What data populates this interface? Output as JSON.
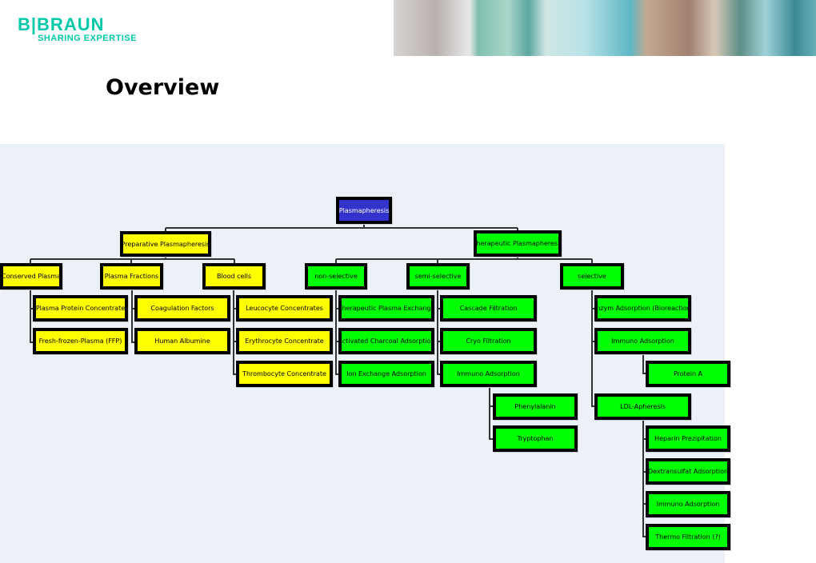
{
  "header": {
    "brand": "B|BRAUN",
    "tagline": "SHARING EXPERTISE",
    "title": "Overview"
  },
  "colors": {
    "root": "#3333CC",
    "preparative": "#FFFF00",
    "therapeutic": "#00FF00",
    "panel": "#ECF0F7",
    "logo": "#00C8A8"
  },
  "tree": {
    "root": "Plasmapheresis",
    "preparative": {
      "label": "Preparative Plasmapheresis",
      "conserved": {
        "label": "Conserved Plasma",
        "children": [
          "Plasma Protein Concentrate",
          "Fresh-frozen-Plasma (FFP)"
        ]
      },
      "fractions": {
        "label": "Plasma Fractions",
        "children": [
          "Coagulation Factors",
          "Human Albumine"
        ]
      },
      "blood": {
        "label": "Blood cells",
        "children": [
          "Leucocyte Concentrates",
          "Erythrocyte Concentrate",
          "Thrombocyte Concentrate"
        ]
      }
    },
    "therapeutic": {
      "label": "Therapeutic Plasmapheresis",
      "nonselective": {
        "label": "non-selective",
        "children": [
          "Therapeutic Plasma Exchange",
          "Activated Charcoal Adsorption",
          "Ion Exchange Adsorption"
        ]
      },
      "semiselective": {
        "label": "semi-selective",
        "children": [
          "Cascade Filtration",
          "Cryo Filtration",
          "Immuno Adsorption"
        ],
        "immuno_children": [
          "Phenylalanin",
          "Tryptophan"
        ]
      },
      "selective": {
        "label": "selective",
        "children": [
          "Enzym Adsorption (Bioreaction)",
          "Immuno Adsorption",
          "LDL-Apheresis"
        ],
        "immuno_children": [
          "Protein A"
        ],
        "ldl_children": [
          "Heparin Prezipitation",
          "Dextransulfat Adsorption",
          "Immuno Adsorption",
          "Thermo Filtration (?)"
        ]
      }
    }
  }
}
